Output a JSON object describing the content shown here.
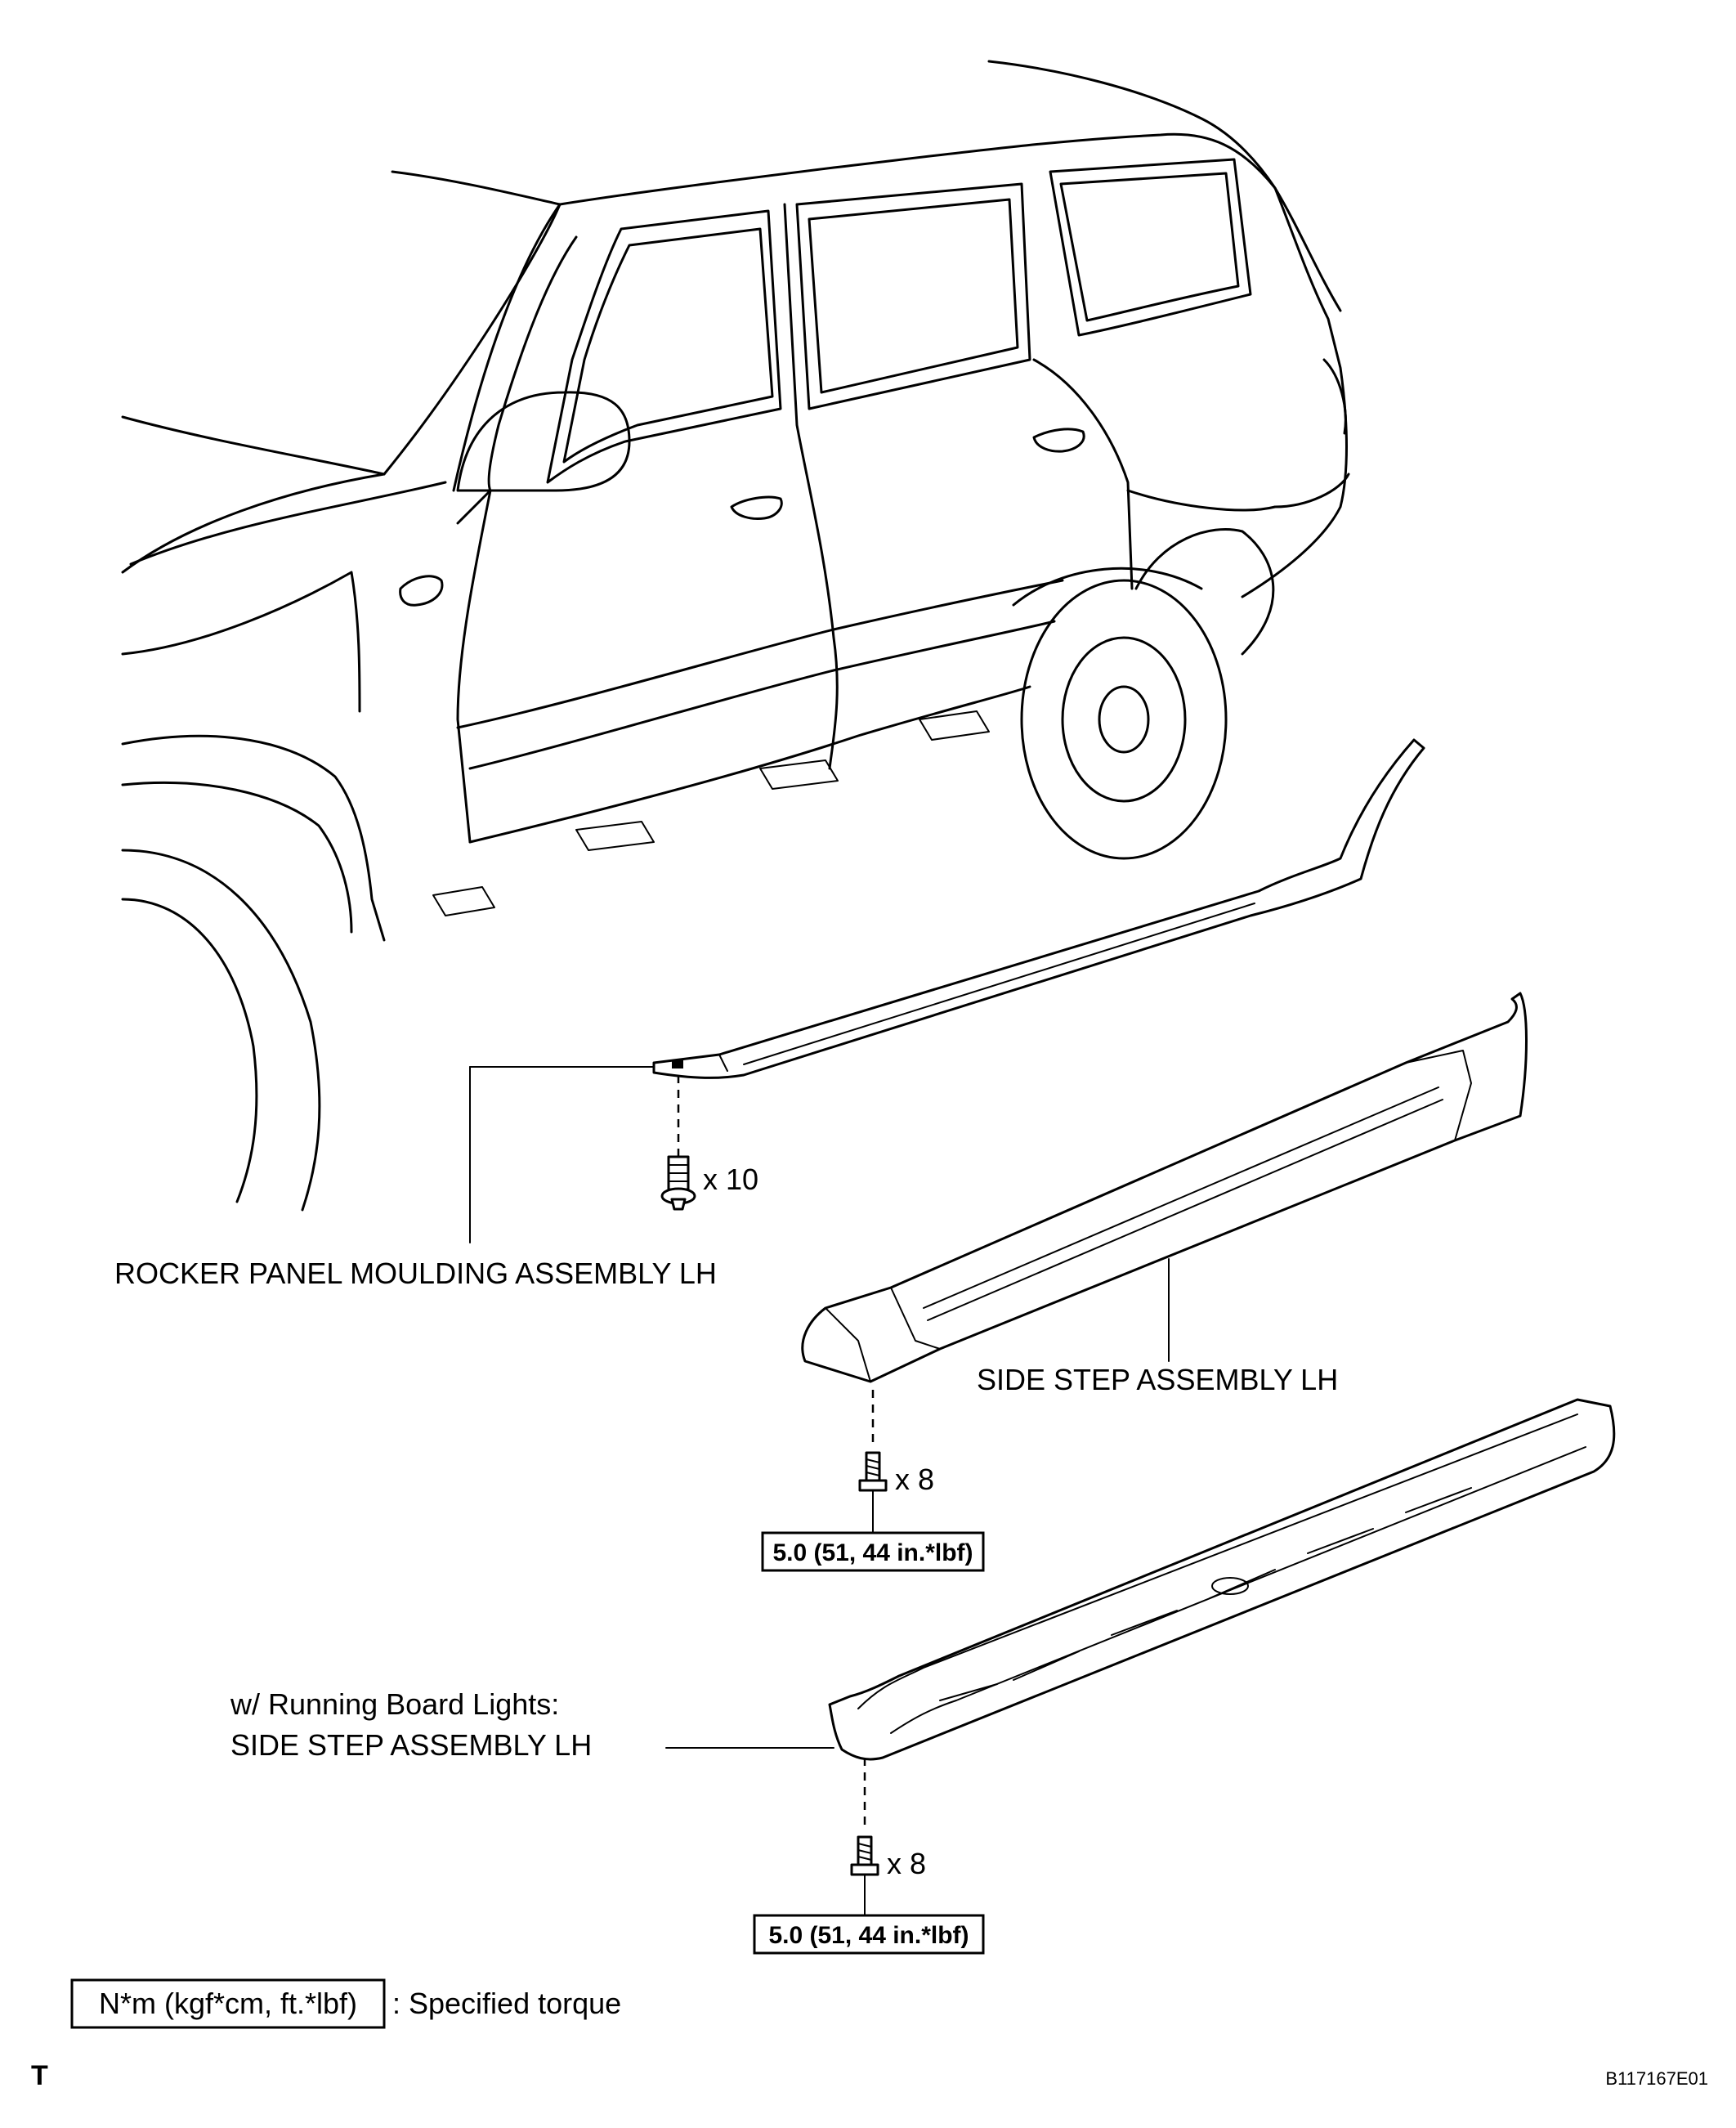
{
  "labels": {
    "rocker_panel": "ROCKER PANEL MOULDING ASSEMBLY LH",
    "side_step": "SIDE STEP ASSEMBLY LH",
    "running_board_line1": "w/ Running Board Lights:",
    "running_board_line2": "SIDE STEP ASSEMBLY LH"
  },
  "fasteners": {
    "rocker_qty": "x 10",
    "side_step_qty": "x 8",
    "running_board_qty": "x 8"
  },
  "torque": {
    "side_step": "5.0 (51, 44 in.*lbf)",
    "running_board": "5.0 (51, 44 in.*lbf)"
  },
  "legend": {
    "unit_box": "N*m (kgf*cm, ft.*lbf)",
    "description": ": Specified torque"
  },
  "footer": {
    "corner_mark": "T",
    "figure_id": "B117167E01"
  },
  "icons": [
    "vehicle-outline-illustration",
    "clip-icon",
    "bolt-icon"
  ]
}
